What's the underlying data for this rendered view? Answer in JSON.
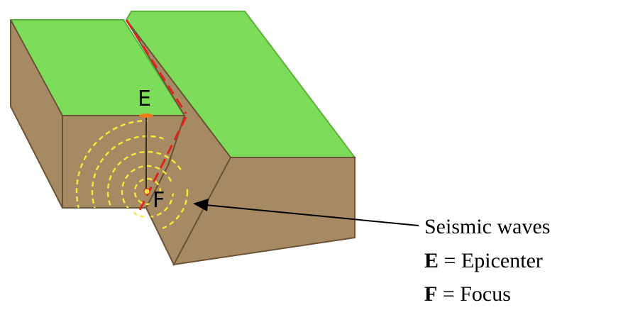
{
  "labels": {
    "epicenter_marker": "E",
    "focus_marker": "F"
  },
  "legend": {
    "waves": "Seismic waves",
    "epicenter": {
      "key": "E",
      "sep": " = ",
      "text": "Epicenter"
    },
    "focus": {
      "key": "F",
      "sep": " = ",
      "text": "Focus"
    }
  },
  "colors": {
    "ground_surface": "#7ddc5a",
    "ground_surface_edge": "#5bb33a",
    "rock": "#a68a64",
    "rock_edge": "#6b5436",
    "fault_line": "#e0251b",
    "seismic_waves": "#f3e63a",
    "epicenter_mark": "#f07a1a",
    "arrow": "#000000"
  },
  "icons": {
    "arrow": "arrow-left-icon"
  }
}
